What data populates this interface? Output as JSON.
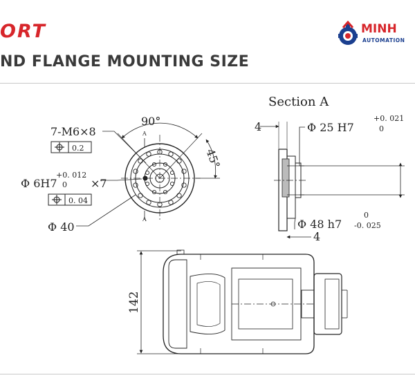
{
  "header": {
    "brand_fragment": "ORT",
    "title": "ND FLANGE MOUNTING SIZE",
    "logo": {
      "name": "MINH",
      "tagline": "AUTOMATION",
      "icon": "gear-robot-icon",
      "accent": "#d7262b",
      "secondary": "#1b3f8f"
    }
  },
  "drawing": {
    "front_view": {
      "bolt_holes": "7-M6×8",
      "tol_1": "0.2",
      "angle_top": "90°",
      "angle_side": "45°",
      "pin_hole_prefix": "Φ 6H7",
      "pin_tol_upper": "+0. 012",
      "pin_tol_lower": "0",
      "pin_depth": "×7",
      "tol_2": "0. 04",
      "diameter_outer": "Φ 40",
      "section_mark": "A"
    },
    "section_view": {
      "title": "Section A",
      "dim_left_top": "4",
      "bore": "Φ 25  H7",
      "bore_tol_upper": "+0. 021",
      "bore_tol_lower": "0",
      "shaft": "Φ 48  h7",
      "shaft_tol_upper": "0",
      "shaft_tol_lower": "-0. 025",
      "dim_bottom": "4"
    },
    "top_view": {
      "height": "142"
    }
  }
}
